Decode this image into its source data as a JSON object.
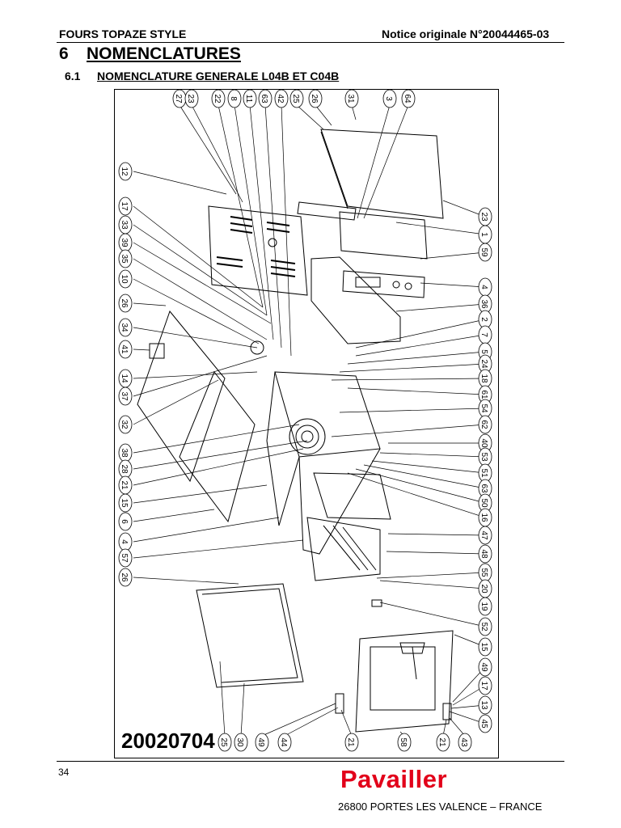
{
  "header": {
    "product": "FOURS TOPAZE STYLE",
    "notice": "Notice originale N°20044465-03"
  },
  "section": {
    "number": "6",
    "title": "NOMENCLATURES"
  },
  "subsection": {
    "number": "6.1",
    "title": "NOMENCLATURE GENERALE L04B ET C04B"
  },
  "drawing": {
    "number": "20020704",
    "callouts_top": [
      "27",
      "23",
      "22",
      "8",
      "11",
      "63",
      "42",
      "25",
      "26",
      "31",
      "3",
      "64"
    ],
    "callouts_left": [
      "12",
      "17",
      "33",
      "39",
      "35",
      "10",
      "26",
      "34",
      "41",
      "14",
      "37",
      "32",
      "38",
      "28",
      "21",
      "15",
      "6",
      "4",
      "57",
      "26"
    ],
    "callouts_right": [
      "23",
      "1",
      "59",
      "4",
      "36",
      "2",
      "7",
      "5",
      "24",
      "18",
      "61",
      "54",
      "62",
      "40",
      "53",
      "51",
      "63",
      "50",
      "16",
      "47",
      "48",
      "55",
      "20",
      "19",
      "52",
      "15",
      "49",
      "17",
      "13",
      "45"
    ],
    "callouts_bottom": [
      "25",
      "30",
      "49",
      "44",
      "21",
      "58",
      "21",
      "43"
    ]
  },
  "footer": {
    "page": "34",
    "brand": "Pavailler",
    "address": "26800 PORTES LES VALENCE – FRANCE"
  },
  "colors": {
    "brand": "#e2001a",
    "line": "#000000"
  }
}
